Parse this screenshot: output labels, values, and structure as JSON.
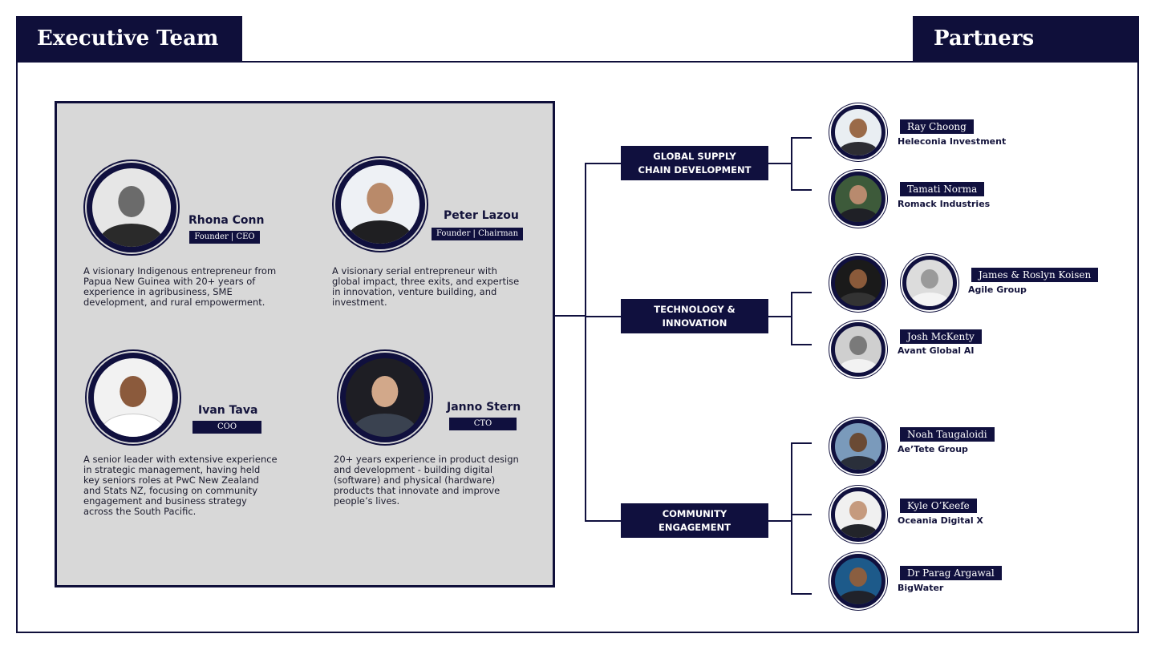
{
  "headers": {
    "executive": "Executive Team",
    "partners": "Partners"
  },
  "executives": [
    {
      "name": "Rhona Conn",
      "role": "Founder | CEO",
      "bio": "A visionary Indigenous entrepreneur from Papua New Guinea with 20+ years of experience in agribusiness, SME development, and rural empowerment."
    },
    {
      "name": "Peter Lazou",
      "role": "Founder | Chairman",
      "bio": "A visionary serial entrepreneur with global impact, three exits, and expertise in innovation, venture building, and investment."
    },
    {
      "name": "Ivan Tava",
      "role": "COO",
      "bio": "A senior leader with extensive experience in strategic management, having held key seniors roles at PwC New Zealand and Stats NZ, focusing on community engagement and business strategy across the South Pacific."
    },
    {
      "name": "Janno Stern",
      "role": "CTO",
      "bio": "20+ years experience in product design and development - building digital (software) and physical (hardware) products that innovate and improve people’s lives."
    }
  ],
  "categories": [
    {
      "label_line1": "GLOBAL SUPPLY",
      "label_line2": "CHAIN DEVELOPMENT"
    },
    {
      "label_line1": "TECHNOLOGY &",
      "label_line2": "INNOVATION"
    },
    {
      "label_line1": "COMMUNITY",
      "label_line2": "ENGAGEMENT"
    }
  ],
  "partners": [
    {
      "name": "Ray Choong",
      "org": "Heleconia Investment"
    },
    {
      "name": "Tamati Norma",
      "org": "Romack Industries"
    },
    {
      "name": "James & Roslyn Koisen",
      "org": "Agile Group"
    },
    {
      "name": "Josh McKenty",
      "org": "Avant Global AI"
    },
    {
      "name": "Noah Taugaloidi",
      "org": "Ae’Tete Group"
    },
    {
      "name": "Kyle O’Keefe",
      "org": "Oceania Digital X"
    },
    {
      "name": "Dr Parag Argawal",
      "org": "BigWater"
    }
  ]
}
